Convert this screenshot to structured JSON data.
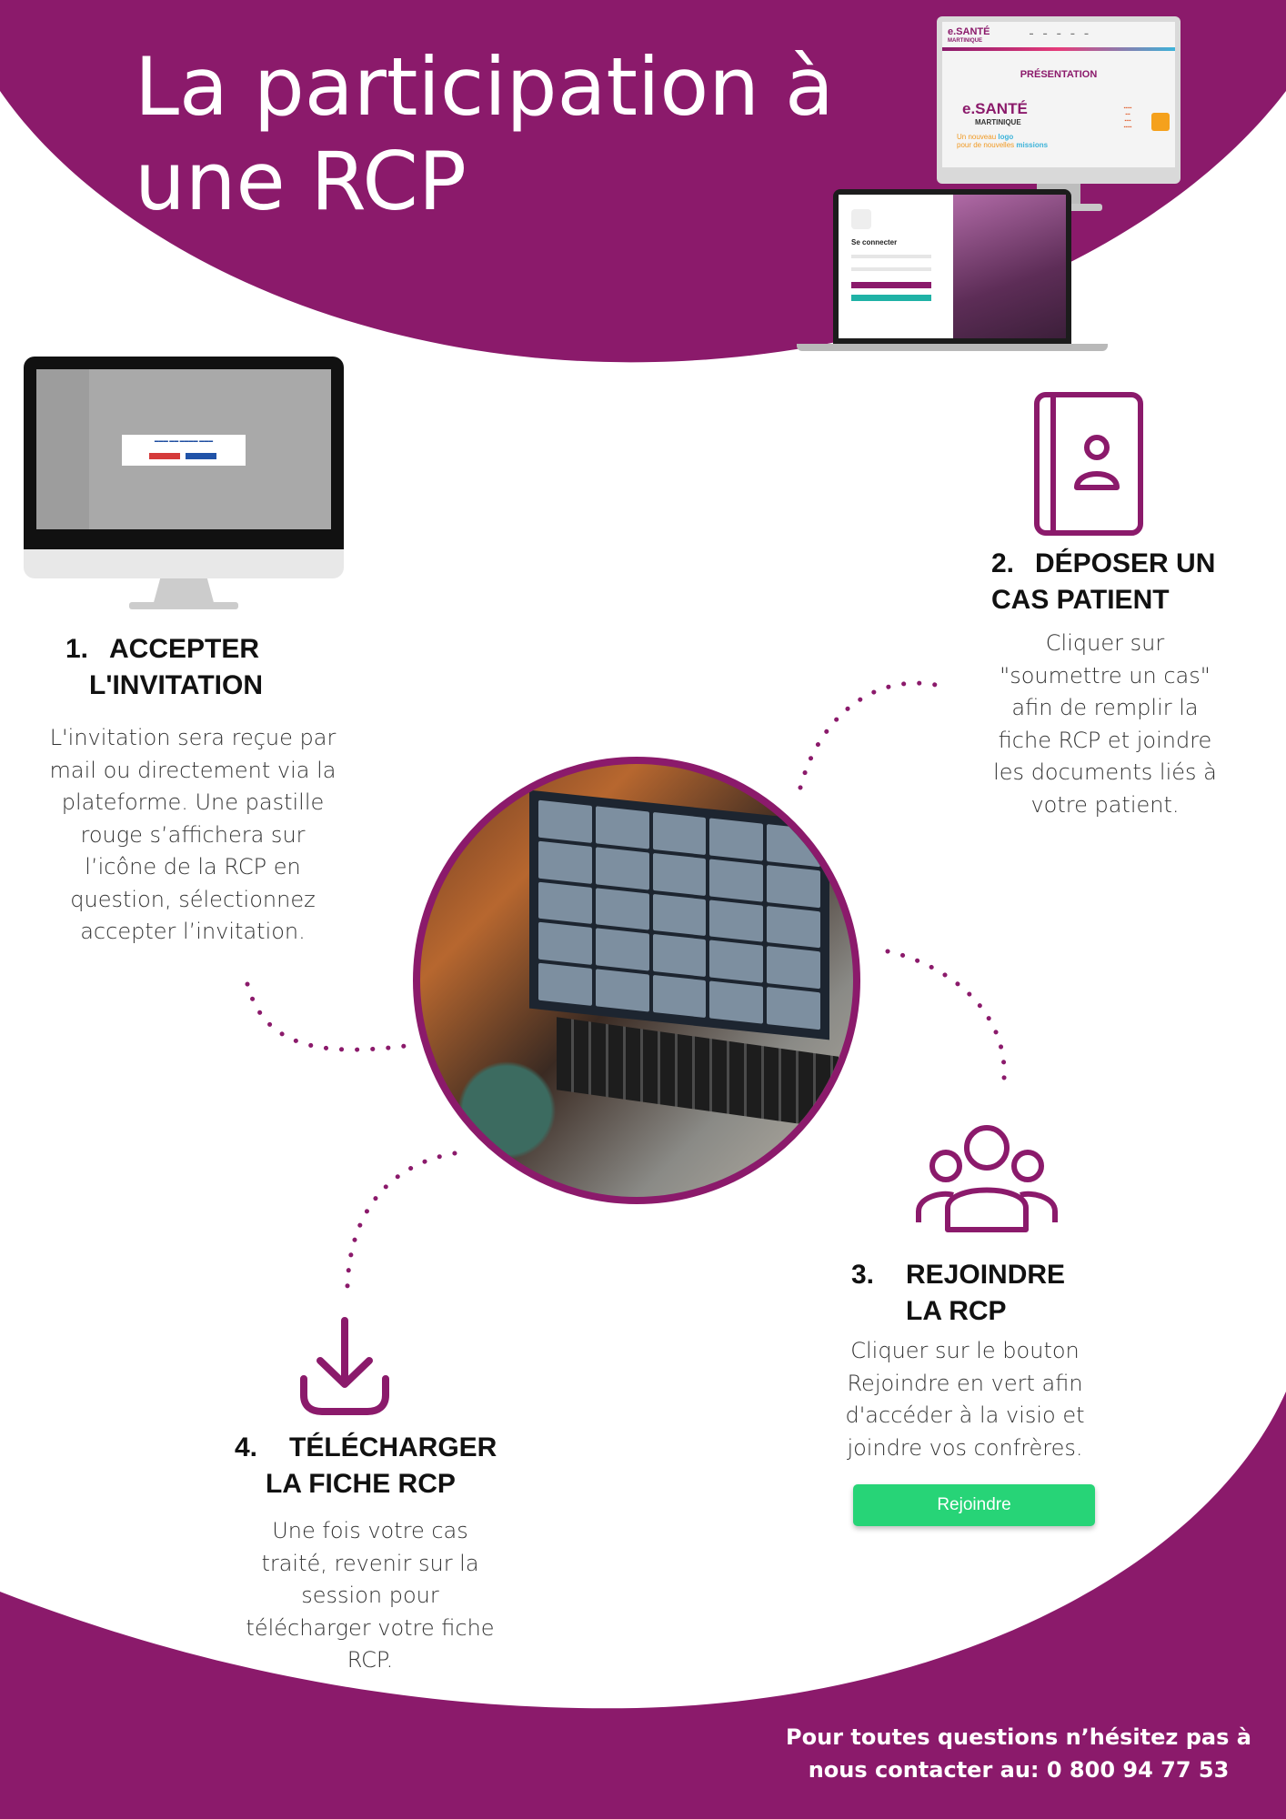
{
  "colors": {
    "primary": "#8b1a6b",
    "join_button": "#27d477",
    "text": "#333333",
    "heading": "#111111"
  },
  "header": {
    "title": "La participation à une RCP"
  },
  "steps": [
    {
      "number": "1.",
      "title_line1": "ACCEPTER",
      "title_line2": "L'INVITATION",
      "text": "L'invitation sera reçue par mail ou directement via la plateforme. Une pastille rouge s’affichera sur l’icône de la RCP en question, sélectionnez accepter l’invitation.",
      "icon": "desktop-screenshot"
    },
    {
      "number": "2.",
      "title_line1": "DÉPOSER UN",
      "title_line2": "CAS PATIENT",
      "text": "Cliquer sur \"soumettre un cas\" afin de remplir la fiche RCP et joindre les documents liés à votre patient.",
      "icon": "patient-file-icon"
    },
    {
      "number": "3.",
      "title_line1": "REJOINDRE",
      "title_line2": "LA RCP",
      "text": "Cliquer sur le bouton Rejoindre en vert afin d'accéder à la visio et joindre vos confrères.",
      "icon": "group-icon",
      "button_label": "Rejoindre"
    },
    {
      "number": "4.",
      "title_line1": "TÉLÉCHARGER",
      "title_line2": "LA FICHE RCP",
      "text": "Une fois votre cas traité, revenir sur la session pour télécharger votre fiche RCP.",
      "icon": "download-icon"
    }
  ],
  "mockups": {
    "website": {
      "logo": "e.SANTÉ",
      "logo_sub": "MARTINIQUE",
      "page_title": "PRÉSENTATION",
      "brand": "e.SANTÉ",
      "brand_sub": "MARTINIQUE",
      "tagline_1": "Un nouveau",
      "tagline_1_accent": "logo",
      "tagline_2": "pour de nouvelles",
      "tagline_2_accent": "missions"
    },
    "login": {
      "heading": "Se connecter"
    }
  },
  "footer": {
    "contact_line1": "Pour toutes questions n’hésitez pas à",
    "contact_line2": "nous contacter au: 0 800 94 77 53"
  }
}
